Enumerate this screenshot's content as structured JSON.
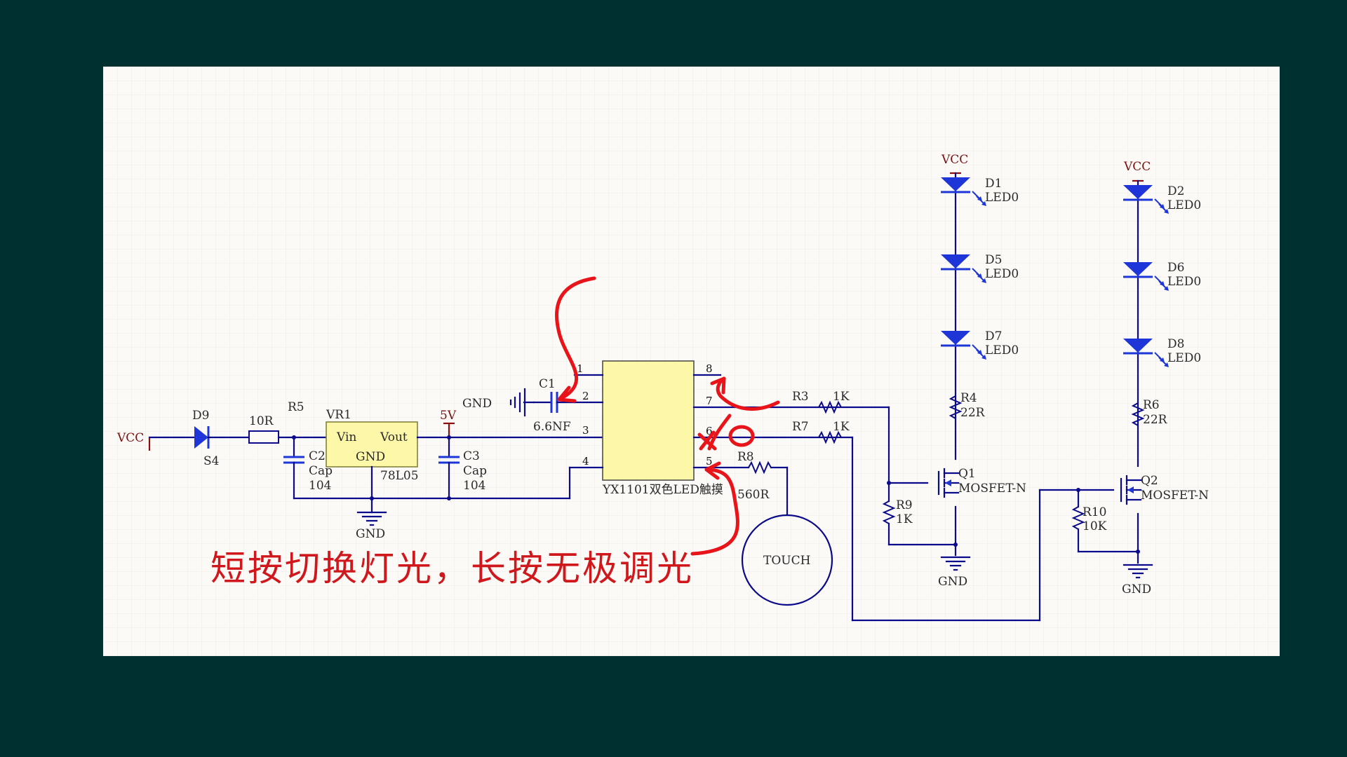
{
  "labels": {
    "vcc_in": "VCC",
    "d9": "D9",
    "s4": "S4",
    "r5_value": "10R",
    "r5": "R5",
    "vr1": "VR1",
    "vin": "Vin",
    "vout": "Vout",
    "vr_gnd": "GND",
    "vr_part": "78L05",
    "c2": "C2",
    "c2_type": "Cap",
    "c2_value": "104",
    "c3": "C3",
    "c3_type": "Cap",
    "c3_value": "104",
    "net_5v": "5V",
    "gnd_main": "GND",
    "gnd_c1": "GND",
    "c1": "C1",
    "c1_value": "6.6NF",
    "ic_name": "YX1101双色LED触摸",
    "pin1": "1",
    "pin2": "2",
    "pin3": "3",
    "pin4": "4",
    "pin5": "5",
    "pin6": "6",
    "pin7": "7",
    "pin8": "8",
    "r3": "R3",
    "r3_value": "1K",
    "r7": "R7",
    "r7_value": "1K",
    "r8": "R8",
    "r8_value": "560R",
    "touch": "TOUCH",
    "vcc_left": "VCC",
    "vcc_right": "VCC",
    "d1": "D1",
    "d1_type": "LED0",
    "d5": "D5",
    "d5_type": "LED0",
    "d7": "D7",
    "d7_type": "LED0",
    "d2": "D2",
    "d2_type": "LED0",
    "d6": "D6",
    "d6_type": "LED0",
    "d8": "D8",
    "d8_type": "LED0",
    "r4": "R4",
    "r4_value": "22R",
    "r6": "R6",
    "r6_value": "22R",
    "q1": "Q1",
    "q1_type": "MOSFET-N",
    "q2": "Q2",
    "q2_type": "MOSFET-N",
    "r9": "R9",
    "r9_value": "1K",
    "r10": "R10",
    "r10_value": "10K",
    "gnd_q1": "GND",
    "gnd_q2": "GND"
  },
  "annotation": {
    "caption": "短按切换灯光，长按无极调光"
  },
  "colors": {
    "background": "#003030",
    "sheet": "#fbfaf7",
    "wire": "#0a0a8a",
    "part": "#1e35d8",
    "ic_fill": "#fdf7a8",
    "ink": "#e8141a"
  }
}
